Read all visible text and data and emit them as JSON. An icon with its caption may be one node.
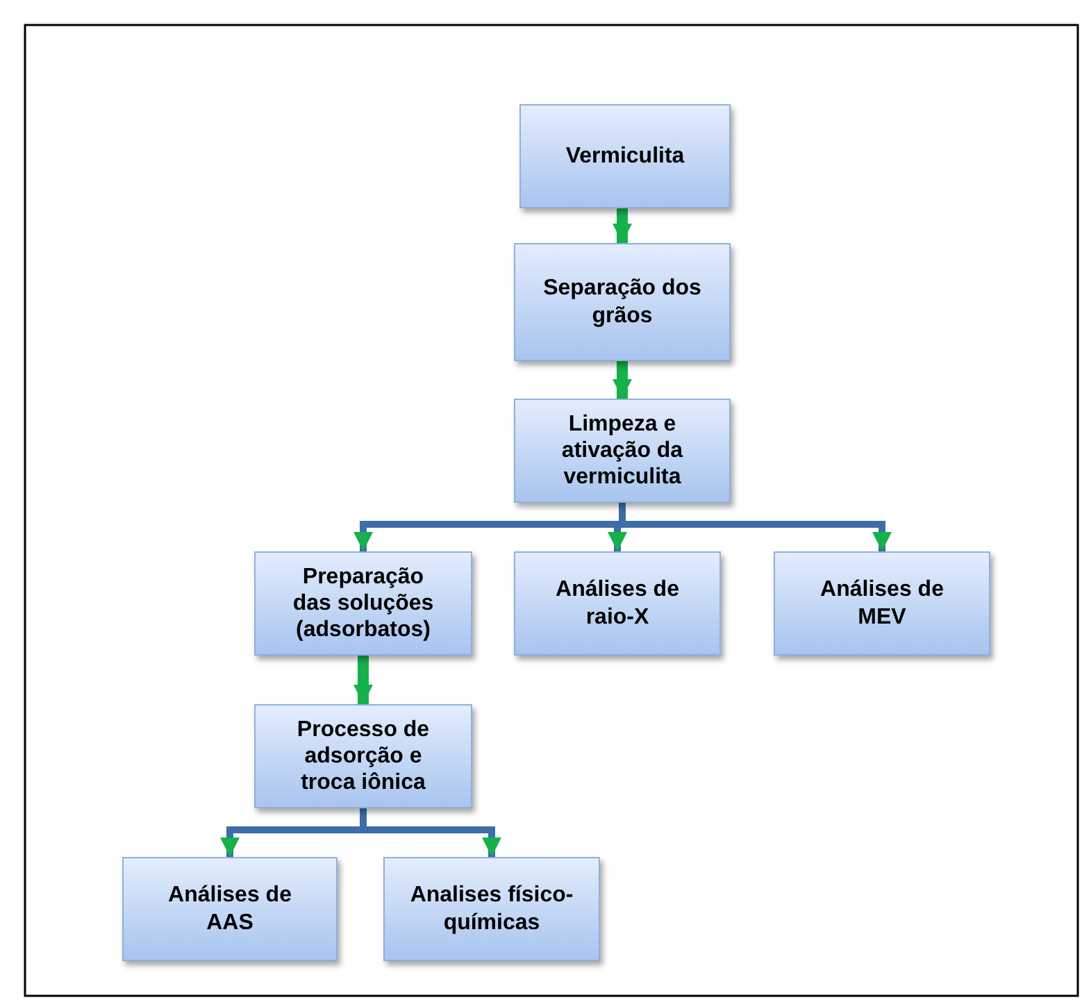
{
  "diagram": {
    "nodes": [
      {
        "text": [
          "Vermiculita"
        ]
      },
      {
        "text": [
          "Separação dos grãos"
        ]
      },
      {
        "text": [
          "Limpeza e ativação da vermiculita"
        ]
      },
      {
        "text": [
          "Preparação das soluções (adsorbatos)"
        ]
      },
      {
        "text": [
          "Análises de raio-X"
        ]
      },
      {
        "text": [
          "Análises de MEV"
        ]
      },
      {
        "text": [
          "Processo de adsorção e troca iônica"
        ]
      },
      {
        "text": [
          "Análises de AAS"
        ]
      },
      {
        "text": [
          "Analises físico-químicas"
        ]
      }
    ],
    "edges": [
      {
        "from": 0,
        "to": 1,
        "arrow": "to",
        "color": "#16b14a"
      },
      {
        "from": 1,
        "to": 2,
        "arrow": "to",
        "color": "#16b14a"
      },
      {
        "from": 2,
        "to": 3,
        "arrow": "to"
      },
      {
        "from": 2,
        "to": 4,
        "arrow": "to"
      },
      {
        "from": 2,
        "to": 5,
        "arrow": "to"
      },
      {
        "from": 3,
        "to": 6,
        "arrow": "to",
        "color": "#16b14a"
      },
      {
        "from": 6,
        "to": 7,
        "arrow": "to"
      },
      {
        "from": 6,
        "to": 8,
        "arrow": "to"
      }
    ]
  }
}
